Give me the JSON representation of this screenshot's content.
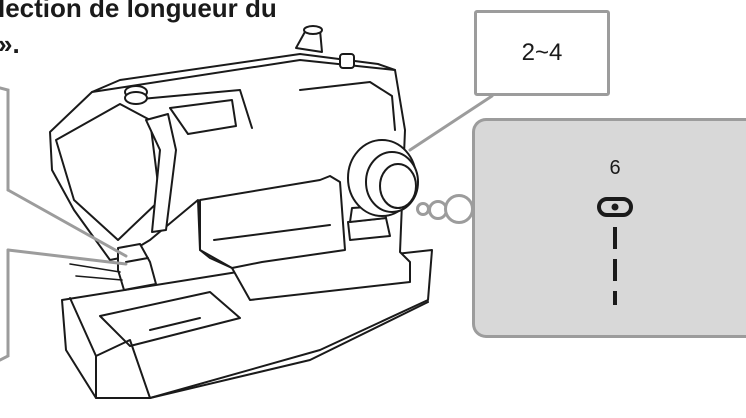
{
  "heading": {
    "line1": "lection de longueur du",
    "line2": "»."
  },
  "stitch_length_range": "2~4",
  "dial_position_label": "6",
  "colors": {
    "callout_border": "#9c9c9c",
    "panel_fill": "#d8d8d8",
    "ink": "#1a1a1a"
  },
  "icons": [
    "sewing-machine-illustration",
    "stitch-length-indicator-icon",
    "straight-stitch-icon"
  ]
}
